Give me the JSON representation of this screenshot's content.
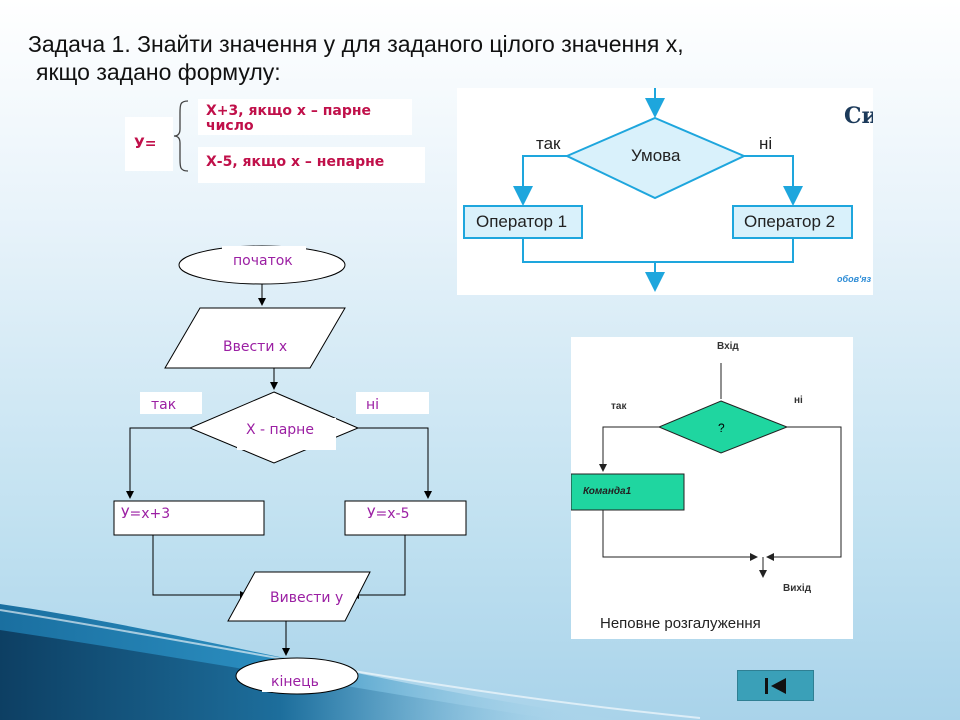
{
  "slide": {
    "title_line1": "Задача 1. Знайти значення у для заданого цілого значення х,",
    "title_line2": "якщо задано формулу:"
  },
  "formula": {
    "lhs": "У=",
    "case1": "Х+3, якщо  х – парне число",
    "case2": "Х-5, якщо  х – непарне"
  },
  "flowchart": {
    "start": "початок",
    "input": "Ввести х",
    "yes": "так",
    "no": "ні",
    "condition": "Х - парне",
    "branch_yes": "У=х+3",
    "branch_no": "У=х-5",
    "output": "Вивести у",
    "end": "кінець"
  },
  "diagram_full": {
    "yes": "так",
    "no": "ні",
    "condition": "Умова",
    "op1": "Оператор 1",
    "op2": "Оператор 2",
    "corner_text": "Си",
    "watermark": "обов'яз"
  },
  "diagram_partial": {
    "entry": "Вхід",
    "yes": "так",
    "no": "ні",
    "condition": "?",
    "command": "Команда1",
    "exit": "Вихід",
    "caption": "Неповне розгалуження"
  },
  "colors": {
    "formula_text": "#c0104a",
    "flow_label": "#9b1fa3",
    "diagram_blue": "#1ea6dd",
    "diagram_fill": "#d9f1fb",
    "partial_green": "#1fd6a0",
    "nav_button": "#3aa0b8"
  },
  "nav": {
    "icon": "skip-to-start-icon"
  }
}
